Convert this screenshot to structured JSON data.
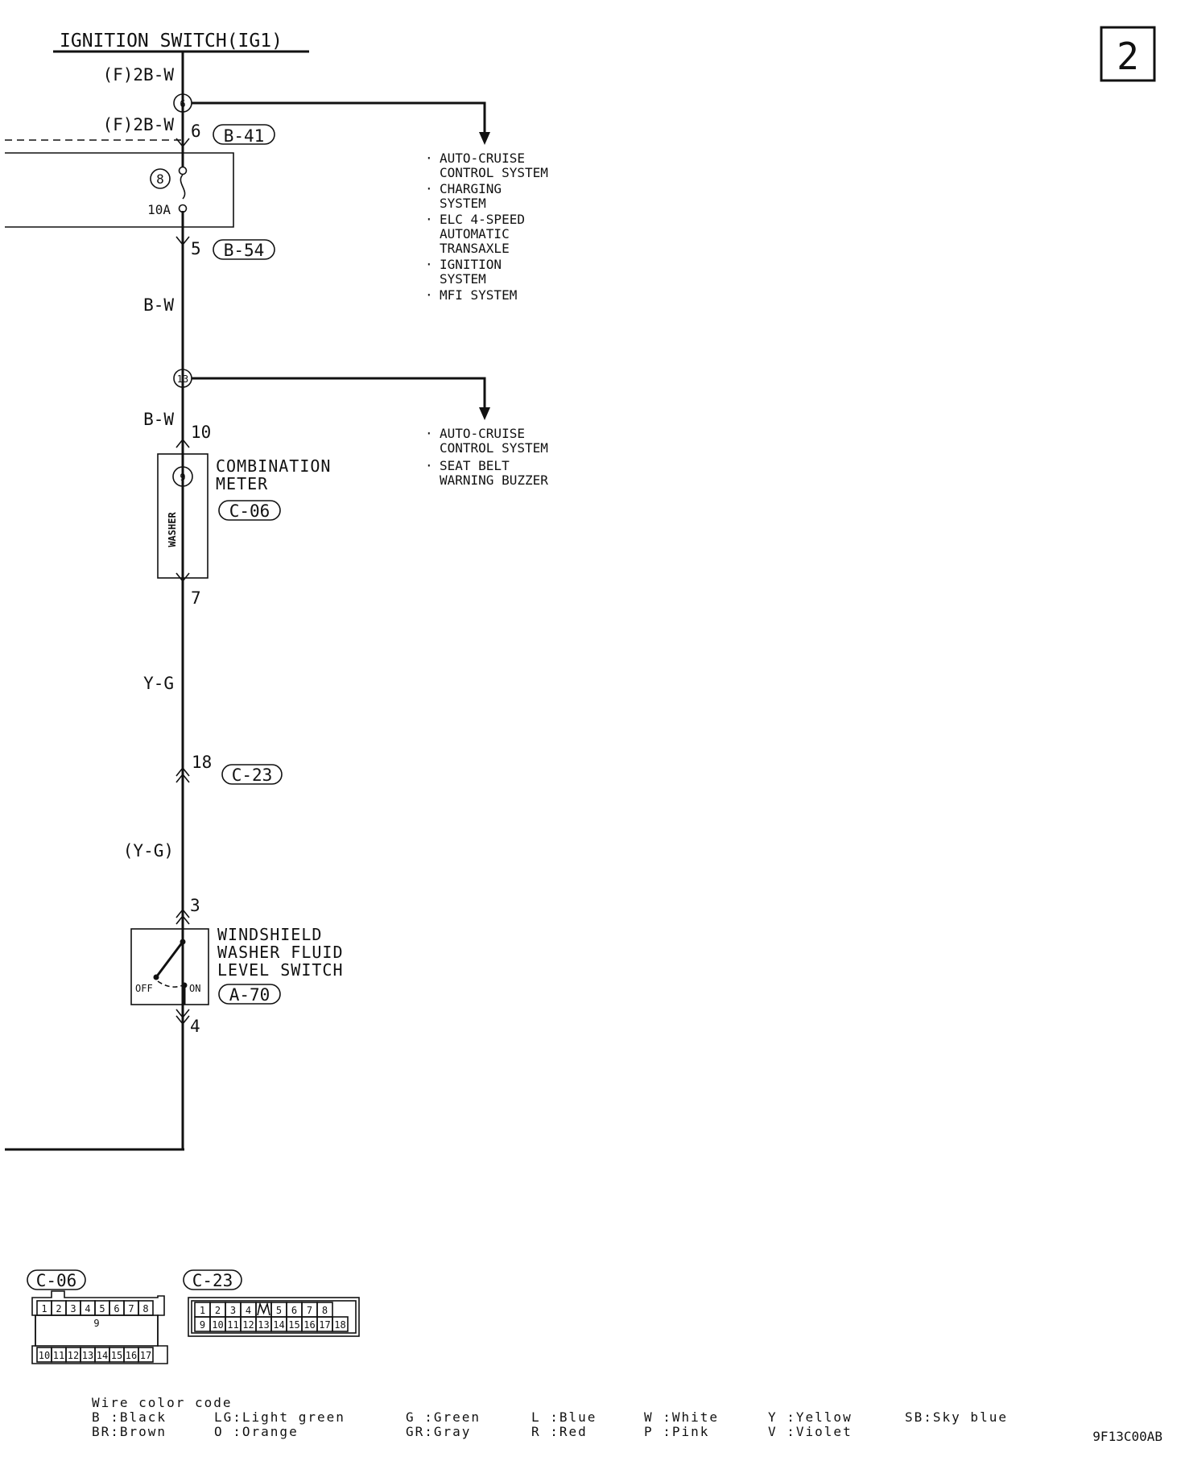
{
  "page": {
    "title": "IGNITION SWITCH(IG1)",
    "page_number": "2",
    "figure_code": "9F13C00AB"
  },
  "wires": {
    "top_1": "(F)2B-W",
    "top_2": "(F)2B-W",
    "mid_1": "B-W",
    "mid_2": "B-W",
    "lower_1": "Y-G",
    "lower_2": "(Y-G)"
  },
  "splices": {
    "first": "6",
    "second": "13"
  },
  "connectors": {
    "b41": {
      "pin": "6",
      "label": "B-41"
    },
    "b54": {
      "pin": "5",
      "label": "B-54"
    },
    "c06_top": {
      "pin": "10"
    },
    "c06_bottom": {
      "pin": "7"
    },
    "c23": {
      "pin": "18",
      "label": "C-23"
    },
    "a70_top": {
      "pin": "3"
    },
    "a70_bottom": {
      "pin": "4"
    }
  },
  "fuse": {
    "number": "8",
    "rating": "10A"
  },
  "branch_1": {
    "items": [
      [
        "AUTO-CRUISE",
        "CONTROL SYSTEM"
      ],
      [
        "CHARGING",
        "SYSTEM"
      ],
      [
        "ELC 4-SPEED",
        "AUTOMATIC",
        "TRANSAXLE"
      ],
      [
        "IGNITION",
        "SYSTEM"
      ],
      [
        "MFI SYSTEM"
      ]
    ]
  },
  "branch_2": {
    "items": [
      [
        "AUTO-CRUISE",
        "CONTROL SYSTEM"
      ],
      [
        "SEAT BELT",
        "WARNING BUZZER"
      ]
    ]
  },
  "combination_meter": {
    "line1": "COMBINATION",
    "line2": "METER",
    "connector": "C-06",
    "inner_label": "WASHER",
    "lamp_number": "9"
  },
  "washer_switch": {
    "line1": "WINDSHIELD",
    "line2": "WASHER FLUID",
    "line3": "LEVEL SWITCH",
    "connector": "A-70",
    "off_label": "OFF",
    "on_label": "ON"
  },
  "connector_views": {
    "c06": {
      "label": "C-06",
      "row1": [
        "1",
        "2",
        "3",
        "4",
        "5",
        "6",
        "7",
        "8"
      ],
      "middle": "9",
      "row2": [
        "10",
        "11",
        "12",
        "13",
        "14",
        "15",
        "16",
        "17"
      ]
    },
    "c23": {
      "label": "C-23",
      "row1": [
        "1",
        "2",
        "3",
        "4",
        "",
        "5",
        "6",
        "7",
        "8"
      ],
      "row2": [
        "9",
        "10",
        "11",
        "12",
        "13",
        "14",
        "15",
        "16",
        "17",
        "18"
      ]
    }
  },
  "legend": {
    "title": "Wire color code",
    "col1": [
      "B :Black",
      "BR:Brown"
    ],
    "col2": [
      "LG:Light green",
      "O :Orange"
    ],
    "col3": [
      "G :Green",
      "GR:Gray"
    ],
    "col4": [
      "L :Blue",
      "R :Red"
    ],
    "col5": [
      "W :White",
      "P :Pink"
    ],
    "col6": [
      "Y :Yellow",
      "V :Violet"
    ],
    "col7": [
      "SB:Sky blue"
    ]
  }
}
